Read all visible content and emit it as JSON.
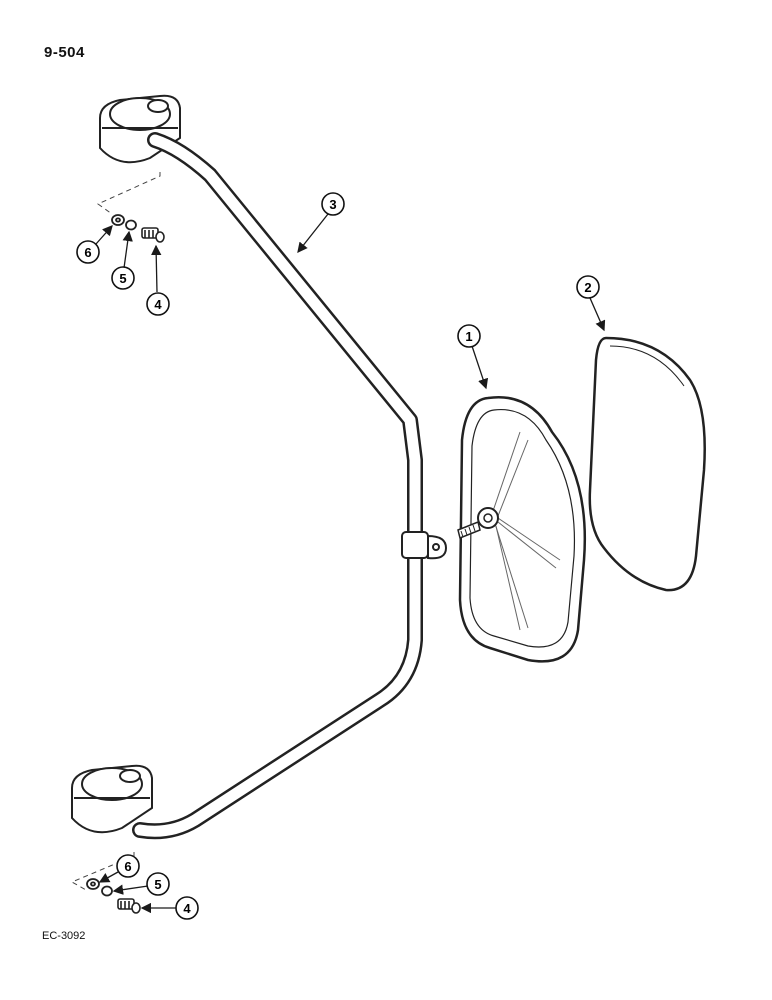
{
  "header": {
    "page_number": "9-504"
  },
  "footer": {
    "figure_code": "EC-3092"
  },
  "callouts": [
    {
      "id": "c3",
      "label": "3"
    },
    {
      "id": "c6a",
      "label": "6"
    },
    {
      "id": "c5a",
      "label": "5"
    },
    {
      "id": "c4a",
      "label": "4"
    },
    {
      "id": "c1",
      "label": "1"
    },
    {
      "id": "c2",
      "label": "2"
    },
    {
      "id": "c6b",
      "label": "6"
    },
    {
      "id": "c5b",
      "label": "5"
    },
    {
      "id": "c4b",
      "label": "4"
    }
  ],
  "colors": {
    "line": "#1a1a1a",
    "part_stroke": "#2a2a2a"
  }
}
